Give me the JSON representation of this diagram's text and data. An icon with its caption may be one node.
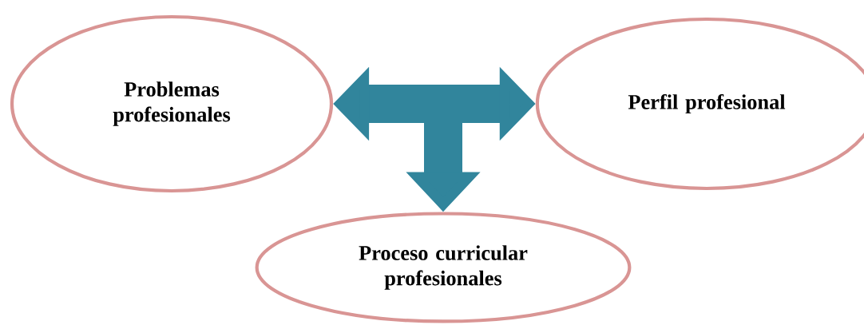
{
  "diagram": {
    "nodes": [
      {
        "text": [
          "Problemas profesionales"
        ]
      },
      {
        "text": [
          "Perfil profesional"
        ]
      },
      {
        "text": [
          "Proceso curricular profesionales"
        ]
      }
    ],
    "edges": [
      {
        "from": 0,
        "to": 1,
        "arrow": "both"
      },
      {
        "from": null,
        "to": 2,
        "arrow": "to"
      }
    ]
  }
}
